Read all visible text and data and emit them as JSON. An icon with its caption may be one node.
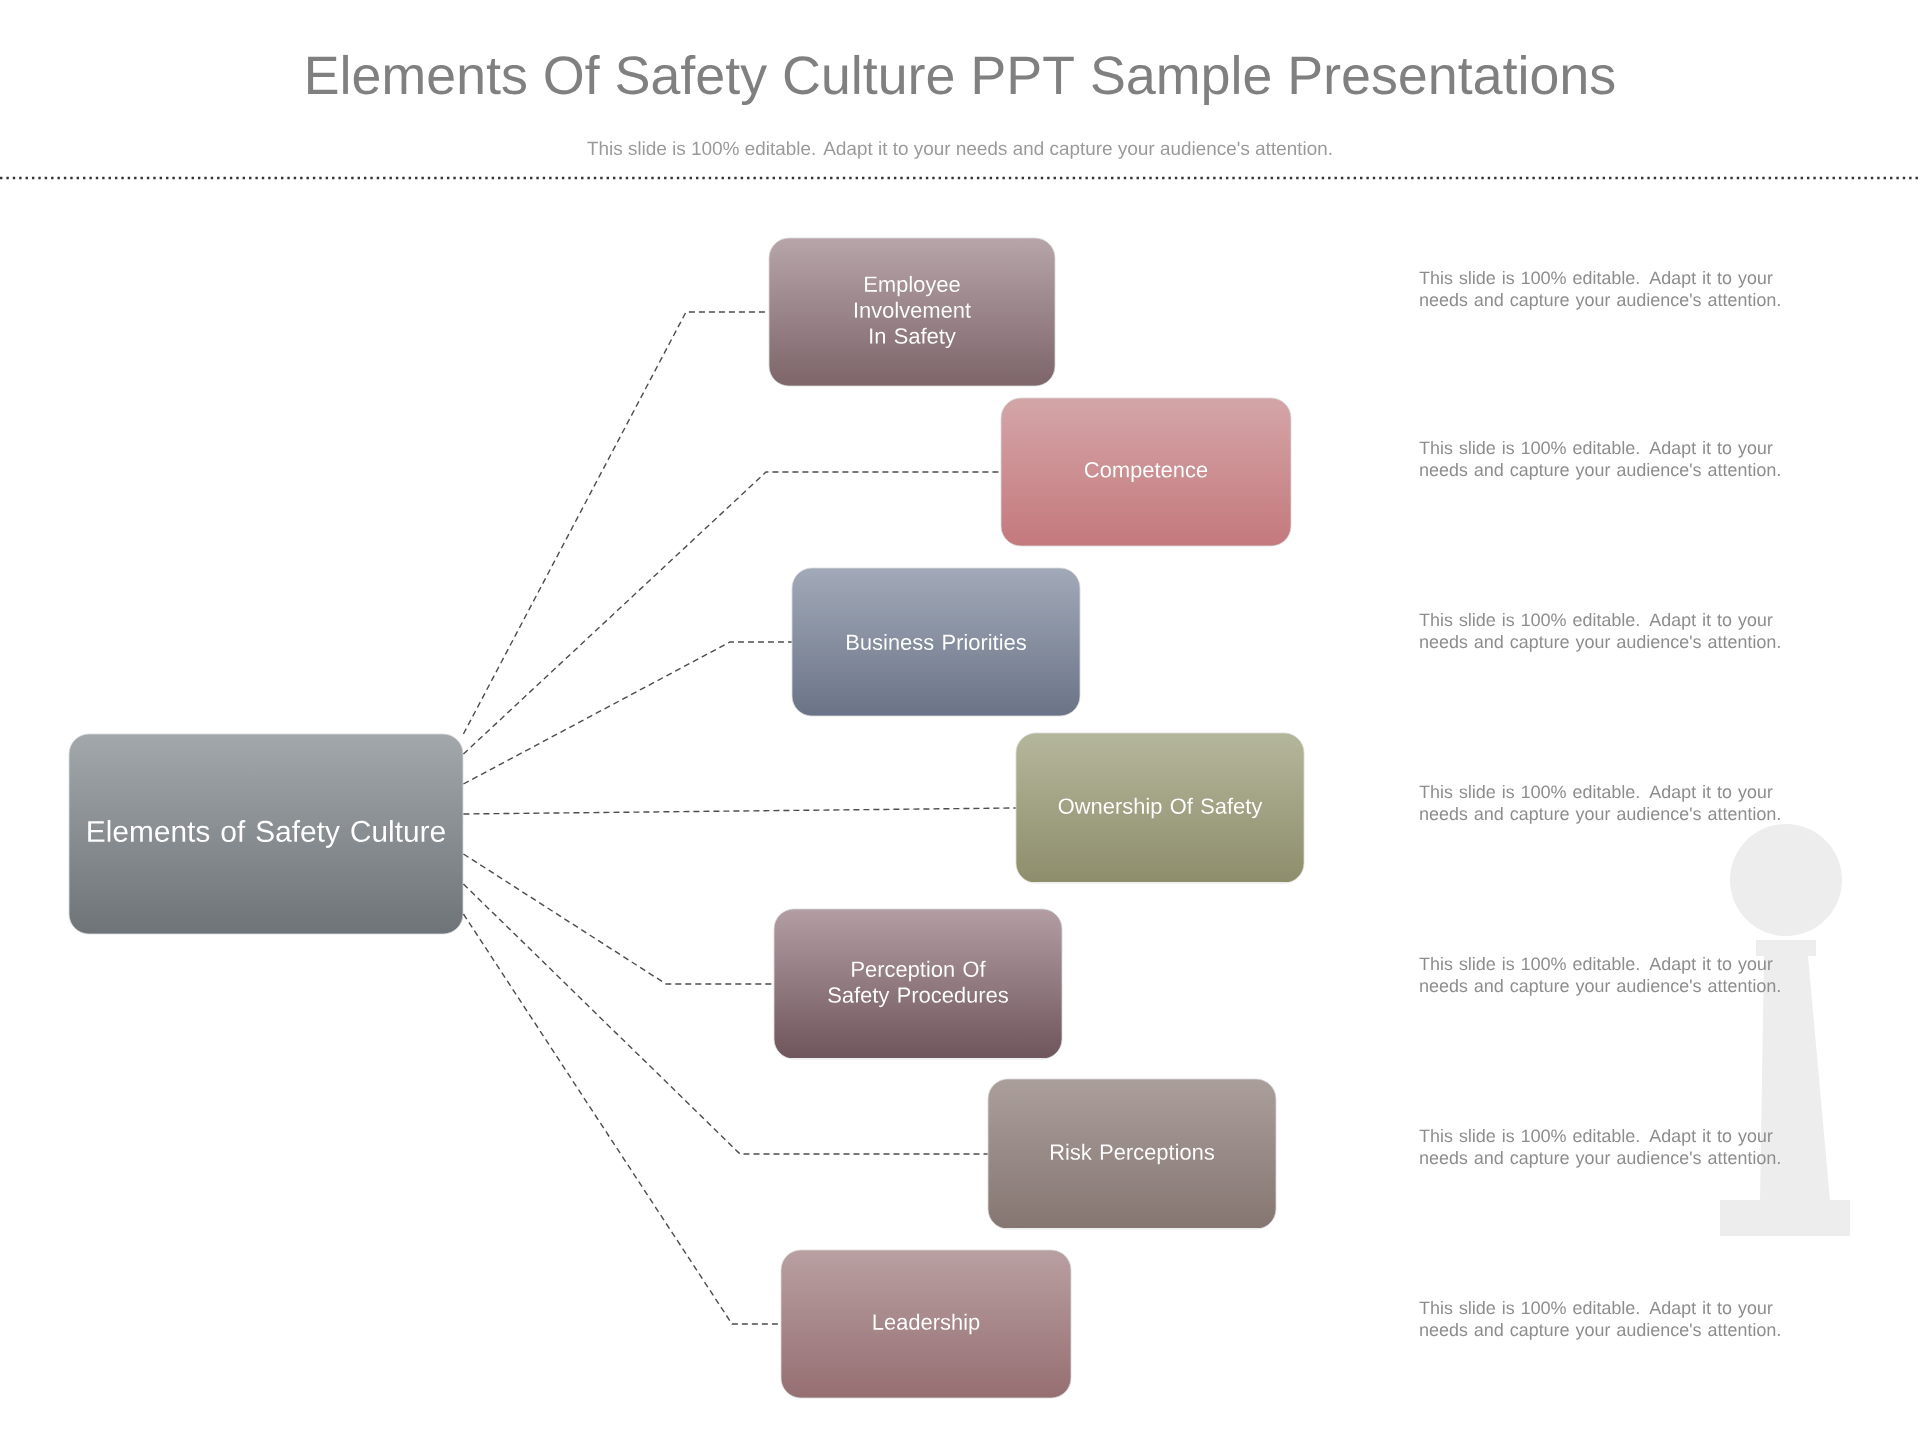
{
  "diagram": {
    "title": "Elements Of Safety Culture PPT Sample Presentations",
    "nodes": [
      {
        "text": [
          "Elements of Safety Culture"
        ]
      },
      {
        "text": [
          "Employee Involvement In Safety"
        ]
      },
      {
        "text": [
          "Competence"
        ]
      },
      {
        "text": [
          "Business Priorities"
        ]
      },
      {
        "text": [
          "Ownership Of Safety"
        ]
      },
      {
        "text": [
          "Perception Of Safety Procedures"
        ]
      },
      {
        "text": [
          "Risk Perceptions"
        ]
      },
      {
        "text": [
          "Leadership"
        ]
      }
    ],
    "edges": [
      {
        "from": 0,
        "to": 1,
        "arrow": "none",
        "style": "dashed"
      },
      {
        "from": 0,
        "to": 2,
        "arrow": "none",
        "style": "dashed"
      },
      {
        "from": 0,
        "to": 3,
        "arrow": "none",
        "style": "dashed"
      },
      {
        "from": 0,
        "to": 4,
        "arrow": "none",
        "style": "dashed"
      },
      {
        "from": 0,
        "to": 5,
        "arrow": "none",
        "style": "dashed"
      },
      {
        "from": 0,
        "to": 6,
        "arrow": "none",
        "style": "dashed"
      },
      {
        "from": 0,
        "to": 7,
        "arrow": "none",
        "style": "dashed"
      }
    ],
    "labels": [
      "This slide is 100% editable. Adapt it to your needs and capture your audience's attention.",
      "This slide is 100% editable. Adapt it to your needs and capture your audience's attention.",
      "This slide is 100% editable. Adapt it to your needs and capture your audience's attention.",
      "This slide is 100% editable. Adapt it to your needs and capture your audience's attention.",
      "This slide is 100% editable. Adapt it to your needs and capture your audience's attention.",
      "This slide is 100% editable. Adapt it to your needs and capture your audience's attention.",
      "This slide is 100% editable. Adapt it to your needs and capture your audience's attention.",
      "This slide is 100% editable. Adapt it to your needs and capture your audience's attention."
    ]
  }
}
